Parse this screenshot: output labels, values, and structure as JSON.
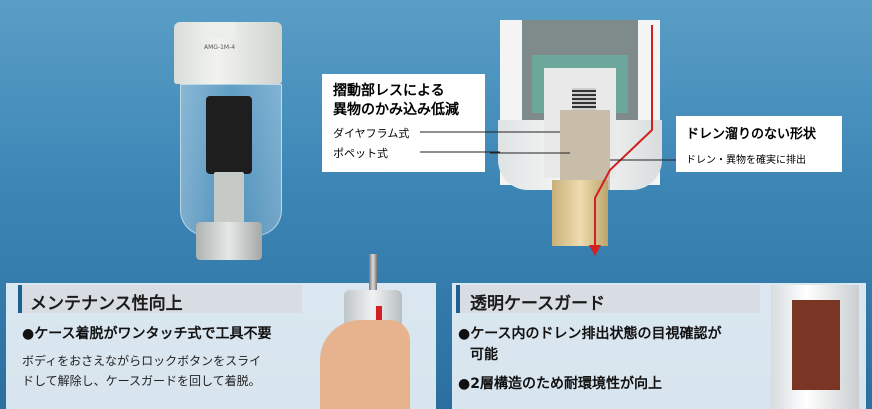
{
  "product": {
    "cap_label": "AMG-1M-4"
  },
  "callout_left": {
    "heading_line1": "摺動部レスによる",
    "heading_line2": "異物のかみ込み低減",
    "item1": "ダイヤフラム式",
    "item2": "ポペット式"
  },
  "callout_right": {
    "heading": "ドレン溜りのない形状",
    "sub": "ドレン・異物を確実に排出"
  },
  "panel_left": {
    "title": "メンテナンス性向上",
    "bullet": "●ケース着脱がワンタッチ式で工具不要",
    "desc_line1": "ボディをおさえながらロックボタンをスライ",
    "desc_line2": "ドして解除し、ケースガードを回して着脱。"
  },
  "panel_right": {
    "title": "透明ケースガード",
    "bullet1_line1": "●ケース内のドレン排出状態の目視確認が",
    "bullet1_line2": "可能",
    "bullet2": "●2層構造のため耐環境性が向上"
  },
  "colors": {
    "accent": "#1d5f90",
    "drain_line": "#d21f1f"
  }
}
